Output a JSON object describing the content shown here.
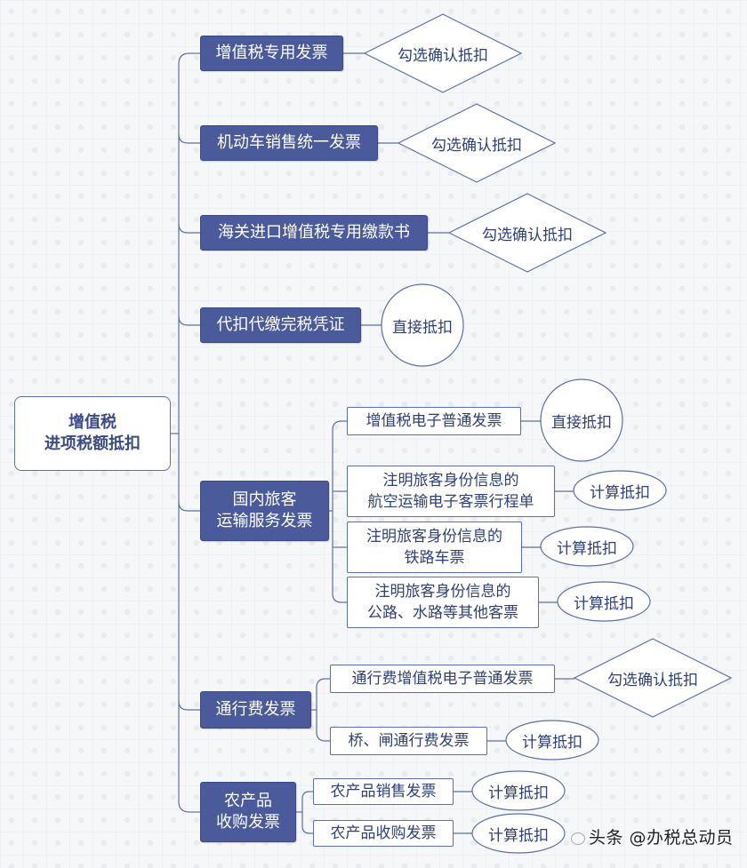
{
  "root": {
    "label": "增值税\n进项税额抵扣"
  },
  "categories": [
    {
      "label": "增值税专用发票",
      "method": "勾选确认抵扣"
    },
    {
      "label": "机动车销售统一发票",
      "method": "勾选确认抵扣"
    },
    {
      "label": "海关进口增值税专用缴款书",
      "method": "勾选确认抵扣"
    },
    {
      "label": "代扣代缴完税凭证",
      "method": "直接抵扣"
    },
    {
      "label": "国内旅客\n运输服务发票",
      "children": [
        {
          "label": "增值税电子普通发票",
          "method": "直接抵扣"
        },
        {
          "label": "注明旅客身份信息的\n航空运输电子客票行程单",
          "method": "计算抵扣"
        },
        {
          "label": "注明旅客身份信息的\n铁路车票",
          "method": "计算抵扣"
        },
        {
          "label": "注明旅客身份信息的\n公路、水路等其他客票",
          "method": "计算抵扣"
        }
      ]
    },
    {
      "label": "通行费发票",
      "children": [
        {
          "label": "通行费增值税电子普通发票",
          "method": "勾选确认抵扣"
        },
        {
          "label": "桥、闸通行费发票",
          "method": "计算抵扣"
        }
      ]
    },
    {
      "label": "农产品\n收购发票",
      "children": [
        {
          "label": "农产品销售发票",
          "method": "计算抵扣"
        },
        {
          "label": "农产品收购发票",
          "method": "计算抵扣"
        }
      ]
    }
  ],
  "watermark": {
    "text": "头条 @办税总动员"
  },
  "colors": {
    "dark_fill": "#4a5a9a",
    "outline": "#5b6fa8",
    "text": "#2f3f78"
  }
}
